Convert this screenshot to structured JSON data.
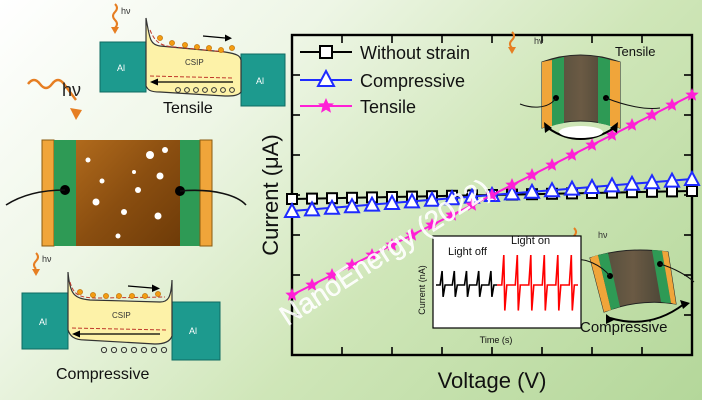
{
  "figure": {
    "watermark": "NanoEnergy (2022)",
    "hv_symbol": "hν",
    "material_label": "CSIP",
    "electrode_label": "Al",
    "band_tensile_caption": "Tensile",
    "band_compressive_caption": "Compressive",
    "device_tensile_caption": "Tensile",
    "device_compressive_caption": "Compressive",
    "colors": {
      "without_strain": "#000000",
      "compressive": "#1f2bff",
      "tensile": "#ff1fd6",
      "electrode": "#1d9a8e",
      "csip": "#fdf2a8",
      "light_off": "#000000",
      "light_on": "#ff0000"
    }
  },
  "chart_data": {
    "type": "line",
    "xlabel": "Voltage (V)",
    "ylabel": "Current (μA)",
    "xlim": [
      -5,
      5
    ],
    "ylim": [
      -8,
      8
    ],
    "x_ticks_labeled": false,
    "y_ticks_labeled": false,
    "legend_position": "top-left",
    "x": [
      -5.0,
      -4.5,
      -4.0,
      -3.5,
      -3.0,
      -2.5,
      -2.0,
      -1.5,
      -1.0,
      -0.5,
      0.0,
      0.5,
      1.0,
      1.5,
      2.0,
      2.5,
      3.0,
      3.5,
      4.0,
      4.5,
      5.0
    ],
    "series": [
      {
        "name": "Without strain",
        "marker": "square",
        "values": [
          -0.2,
          -0.18,
          -0.16,
          -0.14,
          -0.12,
          -0.1,
          -0.08,
          -0.06,
          -0.04,
          -0.02,
          0.0,
          0.02,
          0.04,
          0.06,
          0.08,
          0.1,
          0.12,
          0.14,
          0.16,
          0.18,
          0.2
        ]
      },
      {
        "name": "Compressive",
        "marker": "triangle",
        "values": [
          -0.8,
          -0.72,
          -0.64,
          -0.56,
          -0.48,
          -0.4,
          -0.32,
          -0.24,
          -0.16,
          -0.08,
          0.0,
          0.08,
          0.16,
          0.24,
          0.32,
          0.4,
          0.48,
          0.56,
          0.64,
          0.72,
          0.8
        ]
      },
      {
        "name": "Tensile",
        "marker": "star",
        "values": [
          -5.0,
          -4.5,
          -4.0,
          -3.5,
          -3.0,
          -2.5,
          -2.0,
          -1.5,
          -1.0,
          -0.5,
          0.0,
          0.5,
          1.0,
          1.5,
          2.0,
          2.5,
          3.0,
          3.5,
          4.0,
          4.5,
          5.0
        ]
      }
    ],
    "inset": {
      "type": "line",
      "xlabel": "Time (s)",
      "ylabel": "Current (nA)",
      "label_off": "Light off",
      "label_on": "Light on",
      "off_spikes": 5,
      "on_spikes": 6
    }
  }
}
